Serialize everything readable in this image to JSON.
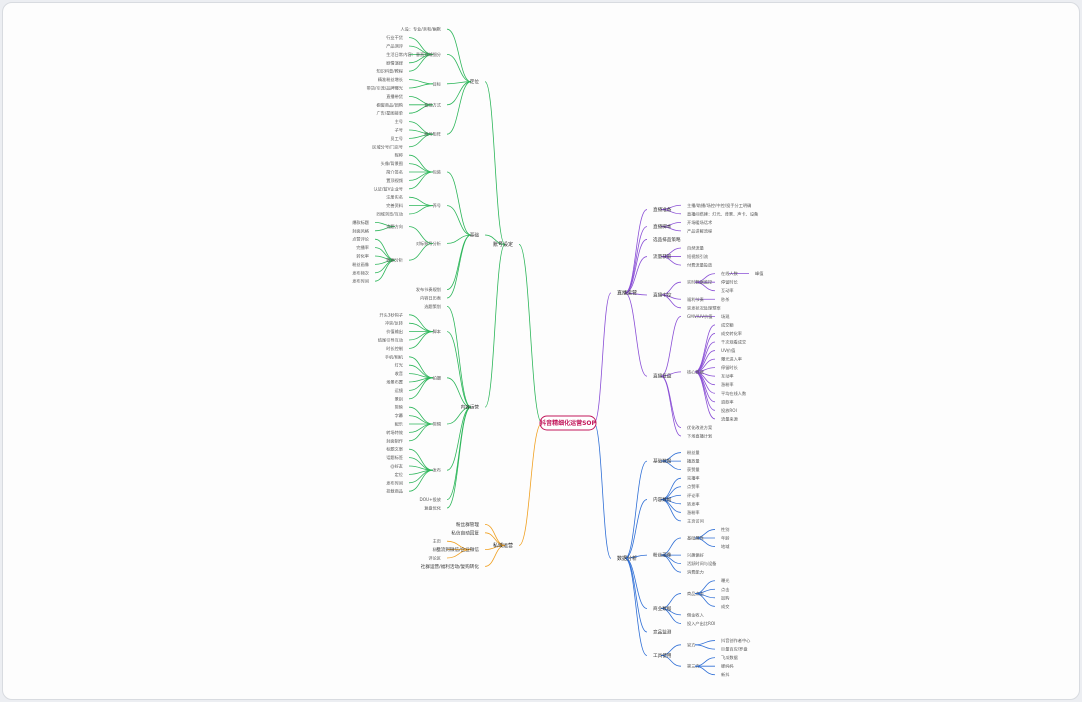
{
  "diagram": {
    "root": "抖音精细化运营SOP",
    "branches": [
      {
        "label": "账号设定",
        "color": "#2db65a",
        "children": [
          {
            "label": "定位",
            "children": [
              {
                "label": "人设：专业/亲和/幽默"
              },
              {
                "label": "内容：垂直领域细分",
                "children": [
                  {
                    "label": "行业干货"
                  },
                  {
                    "label": "产品测评"
                  },
                  {
                    "label": "生活日常"
                  },
                  {
                    "label": "剧情演绎"
                  },
                  {
                    "label": "知识科普/教程"
                  }
                ]
              },
              {
                "label": "目标",
                "children": [
                  {
                    "label": "精准粉丝增长"
                  },
                  {
                    "label": "带货/引流/品牌曝光"
                  }
                ]
              },
              {
                "label": "变现方式",
                "children": [
                  {
                    "label": "直播带货"
                  },
                  {
                    "label": "橱窗商品/团购"
                  },
                  {
                    "label": "广告/星图接单"
                  }
                ]
              },
              {
                "label": "账号矩阵",
                "children": [
                  {
                    "label": "主号"
                  },
                  {
                    "label": "子号"
                  },
                  {
                    "label": "员工号"
                  },
                  {
                    "label": "区域分号/门店号"
                  }
                ]
              }
            ]
          },
          {
            "label": "基础",
            "children": [
              {
                "label": "包装",
                "children": [
                  {
                    "label": "昵称"
                  },
                  {
                    "label": "头像/背景图"
                  },
                  {
                    "label": "简介签名"
                  },
                  {
                    "label": "置顶视频"
                  },
                  {
                    "label": "认证/蓝V企业号"
                  }
                ]
              },
              {
                "label": "养号",
                "children": [
                  {
                    "label": "注册实名"
                  },
                  {
                    "label": "完善资料"
                  },
                  {
                    "label": "同城浏览/互动"
                  }
                ]
              },
              {
                "label": "对标账号分析",
                "children": [
                  {
                    "label": "选题方向",
                    "children": [
                      {
                        "label": "爆款标题"
                      },
                      {
                        "label": "封面风格"
                      }
                    ]
                  },
                  {
                    "label": "数据分析",
                    "children": [
                      {
                        "label": "点赞评论"
                      },
                      {
                        "label": "完播率"
                      },
                      {
                        "label": "转化率"
                      },
                      {
                        "label": "粉丝画像"
                      },
                      {
                        "label": "发布频次"
                      },
                      {
                        "label": "发布时间"
                      }
                    ]
                  }
                ]
              },
              {
                "label": "发布节奏规划"
              },
              {
                "label": "内容日历表"
              }
            ]
          },
          {
            "label": "内容运营",
            "children": [
              {
                "label": "选题策划"
              },
              {
                "label": "脚本",
                "children": [
                  {
                    "label": "开头3秒钩子"
                  },
                  {
                    "label": "冲突/反转"
                  },
                  {
                    "label": "价值输出"
                  },
                  {
                    "label": "结尾引导互动"
                  },
                  {
                    "label": "时长控制"
                  }
                ]
              },
              {
                "label": "拍摄",
                "children": [
                  {
                    "label": "手机/相机"
                  },
                  {
                    "label": "灯光"
                  },
                  {
                    "label": "收音"
                  },
                  {
                    "label": "场景布置"
                  },
                  {
                    "label": "运镜"
                  },
                  {
                    "label": "景别"
                  }
                ]
              },
              {
                "label": "剪辑",
                "children": [
                  {
                    "label": "剪映"
                  },
                  {
                    "label": "字幕"
                  },
                  {
                    "label": "配乐"
                  },
                  {
                    "label": "转场特效"
                  },
                  {
                    "label": "封面制作"
                  }
                ]
              },
              {
                "label": "发布",
                "children": [
                  {
                    "label": "标题文案"
                  },
                  {
                    "label": "话题标签"
                  },
                  {
                    "label": "@好友"
                  },
                  {
                    "label": "定位"
                  },
                  {
                    "label": "发布时间"
                  },
                  {
                    "label": "挂载商品"
                  }
                ]
              },
              {
                "label": "DOU+投放"
              },
              {
                "label": "复盘优化"
              }
            ]
          }
        ]
      },
      {
        "label": "私域运营",
        "color": "#f0a020",
        "children": [
          {
            "label": "粉丝群管理"
          },
          {
            "label": "私信自动回复"
          },
          {
            "label": "引流到微信/企业微信",
            "children": [
              {
                "label": "主页"
              },
              {
                "label": "私信"
              },
              {
                "label": "评论区"
              }
            ]
          },
          {
            "label": "社群运营/福利活动/复购转化"
          }
        ]
      },
      {
        "label": "直播运营",
        "color": "#8a4fd6",
        "children": [
          {
            "label": "直播准备",
            "children": [
              {
                "label": "主播/助播/场控/中控/投手分工明确"
              },
              {
                "label": "直播间搭建：灯光、背景、声卡、设备"
              }
            ]
          },
          {
            "label": "直播脚本",
            "children": [
              {
                "label": "开场暖场话术"
              },
              {
                "label": "产品讲解流程"
              }
            ]
          },
          {
            "label": "选品排品策略"
          },
          {
            "label": "流量获取",
            "children": [
              {
                "label": "自然流量"
              },
              {
                "label": "短视频引流"
              },
              {
                "label": "付费流量投放"
              }
            ]
          },
          {
            "label": "直播中控",
            "children": [
              {
                "label": "实时数据监控",
                "children": [
                  {
                    "label": "在线人数",
                    "children": [
                      {
                        "label": "峰值"
                      }
                    ]
                  },
                  {
                    "label": "停留时长"
                  },
                  {
                    "label": "互动率"
                  }
                ]
              },
              {
                "label": "福利节奏",
                "children": [
                  {
                    "label": "秒杀"
                  }
                ]
              },
              {
                "label": "突发状况处理预案"
              }
            ]
          },
          {
            "label": "直播复盘",
            "children": [
              {
                "label": "GMV/UV价值",
                "children": [
                  {
                    "label": "场观"
                  }
                ]
              },
              {
                "label": "核心数据",
                "children": [
                  {
                    "label": "成交额"
                  },
                  {
                    "label": "成交转化率"
                  },
                  {
                    "label": "千次观看成交"
                  },
                  {
                    "label": "UV价值"
                  },
                  {
                    "label": "曝光进入率"
                  },
                  {
                    "label": "停留时长"
                  },
                  {
                    "label": "互动率"
                  },
                  {
                    "label": "涨粉率"
                  },
                  {
                    "label": "平均在线人数"
                  },
                  {
                    "label": "退款率"
                  },
                  {
                    "label": "投放ROI"
                  },
                  {
                    "label": "流量来源"
                  }
                ]
              },
              {
                "label": "优化改进方案"
              },
              {
                "label": "下场直播计划"
              }
            ]
          }
        ]
      },
      {
        "label": "数据分析",
        "color": "#2f6fd6",
        "children": [
          {
            "label": "基础数据",
            "children": [
              {
                "label": "粉丝量"
              },
              {
                "label": "播放量"
              },
              {
                "label": "获赞量"
              }
            ]
          },
          {
            "label": "内容数据",
            "children": [
              {
                "label": "完播率"
              },
              {
                "label": "点赞率"
              },
              {
                "label": "评论率"
              },
              {
                "label": "转发率"
              },
              {
                "label": "涨粉率"
              },
              {
                "label": "主页访问"
              }
            ]
          },
          {
            "label": "粉丝画像",
            "children": [
              {
                "label": "基础属性",
                "children": [
                  {
                    "label": "性别"
                  },
                  {
                    "label": "年龄"
                  },
                  {
                    "label": "地域"
                  }
                ]
              },
              {
                "label": "兴趣偏好"
              },
              {
                "label": "活跃时间与设备"
              },
              {
                "label": "消费能力"
              }
            ]
          },
          {
            "label": "商业数据",
            "children": [
              {
                "label": "商品点击",
                "children": [
                  {
                    "label": "曝光"
                  },
                  {
                    "label": "点击"
                  },
                  {
                    "label": "加购"
                  },
                  {
                    "label": "成交"
                  }
                ]
              },
              {
                "label": "佣金收入"
              },
              {
                "label": "投入产出比ROI"
              }
            ]
          },
          {
            "label": "竞品监测"
          },
          {
            "label": "工具使用",
            "children": [
              {
                "label": "官方",
                "children": [
                  {
                    "label": "抖音创作者中心"
                  },
                  {
                    "label": "巨量百应/罗盘"
                  }
                ]
              },
              {
                "label": "第三方",
                "children": [
                  {
                    "label": "飞瓜数据"
                  },
                  {
                    "label": "蝉妈妈"
                  },
                  {
                    "label": "新抖"
                  }
                ]
              }
            ]
          }
        ]
      }
    ]
  }
}
